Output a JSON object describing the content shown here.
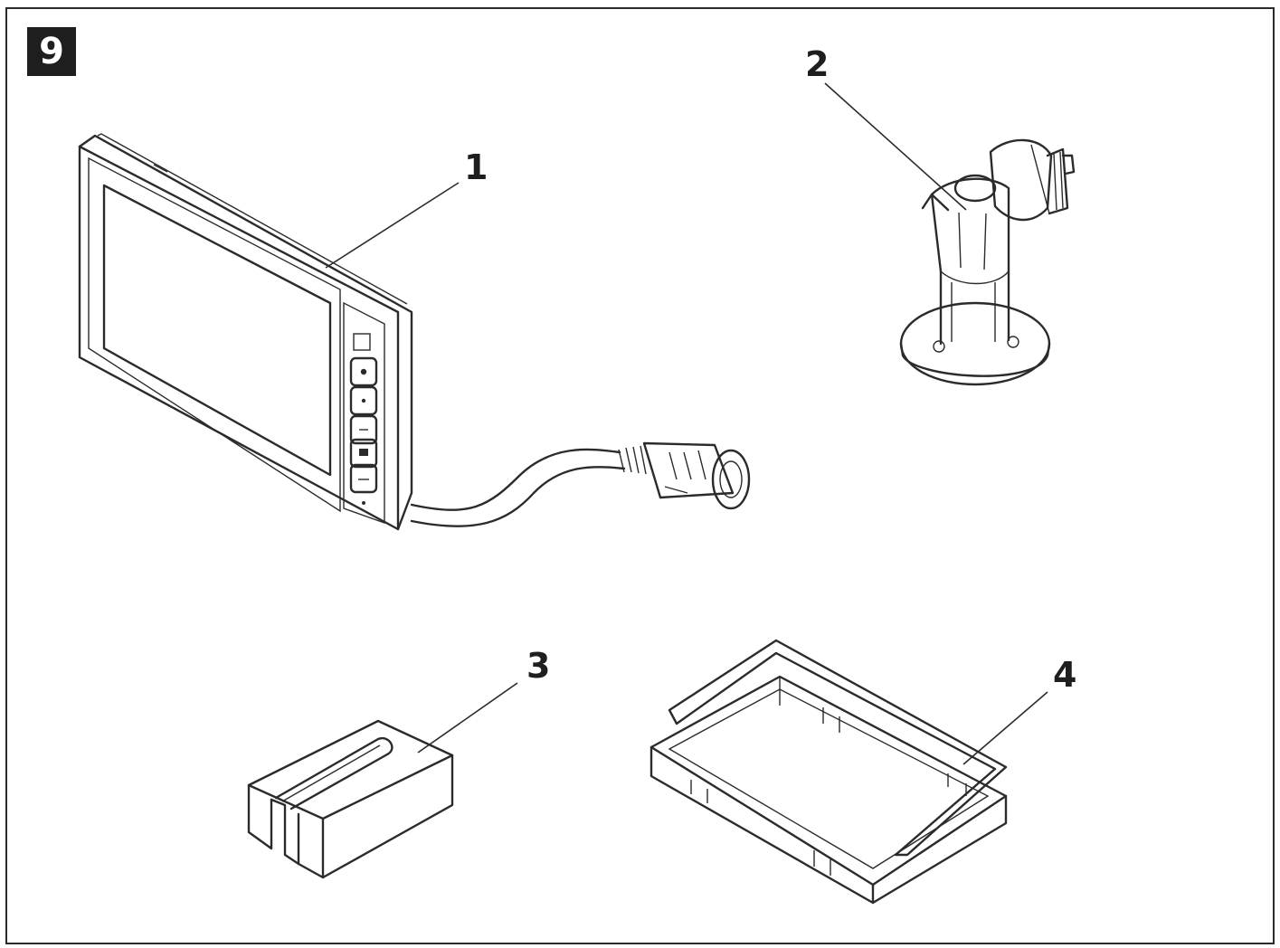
{
  "figure": {
    "number": "9",
    "callouts": [
      "1",
      "2",
      "3",
      "4"
    ]
  }
}
